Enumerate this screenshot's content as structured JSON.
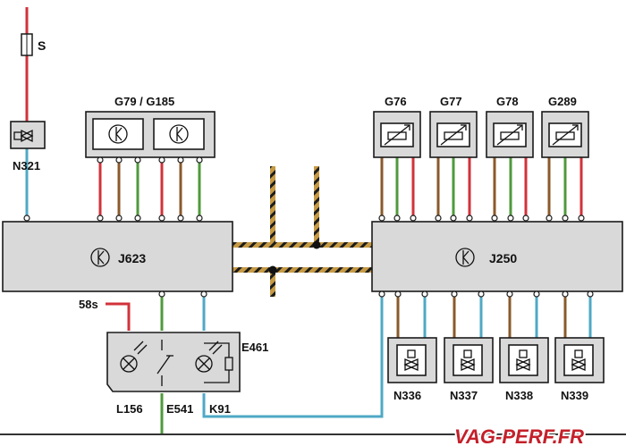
{
  "labels": {
    "fuse": "S",
    "n321": "N321",
    "g79_g185": "G79 / G185",
    "g76": "G76",
    "g77": "G77",
    "g78": "G78",
    "g289": "G289",
    "j623": "J623",
    "j250": "J250",
    "s58": "58s",
    "e461": "E461",
    "l156": "L156",
    "e541": "E541",
    "k91": "K91",
    "n336": "N336",
    "n337": "N337",
    "n338": "N338",
    "n339": "N339"
  },
  "watermark": "VAG-PERF.FR",
  "colors": {
    "red": "#d2323a",
    "blue": "#4fa8c6",
    "brown": "#8a5a2b",
    "green": "#4f9a3c",
    "module_fill": "#d9d9d9",
    "can_stripe": "#c69a44",
    "watermark": "#c4202a"
  }
}
